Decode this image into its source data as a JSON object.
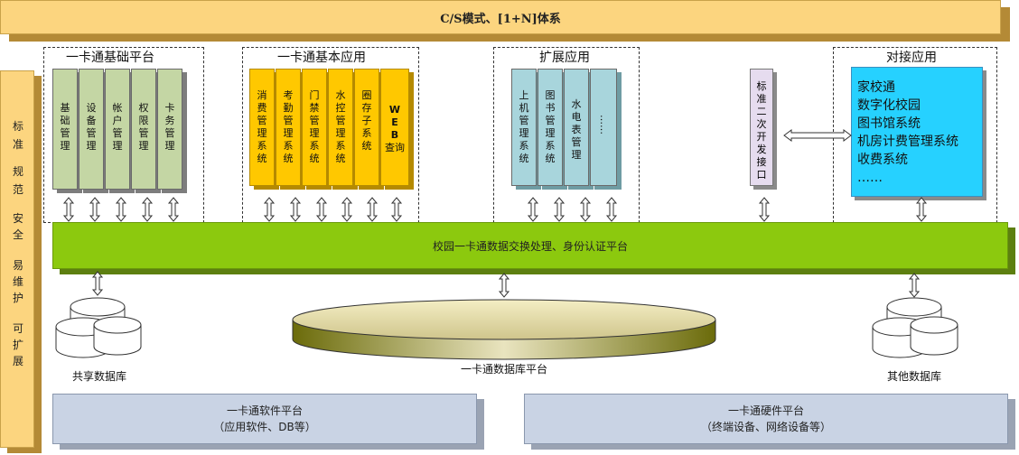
{
  "top_banner": "C/S模式、[1+N]体系",
  "left_bar": {
    "words": [
      "标",
      "准",
      "规",
      "范",
      "安",
      "全",
      "易",
      "维",
      "护",
      "可",
      "扩",
      "展"
    ]
  },
  "groups": {
    "basic_platform": {
      "title": "一卡通基础平台",
      "columns": [
        [
          "基",
          "础",
          "管",
          "理"
        ],
        [
          "设",
          "备",
          "管",
          "理"
        ],
        [
          "帐",
          "户",
          "管",
          "理"
        ],
        [
          "权",
          "限",
          "管",
          "理"
        ],
        [
          "卡",
          "务",
          "管",
          "理"
        ]
      ]
    },
    "basic_apps": {
      "title": "一卡通基本应用",
      "columns": [
        [
          "消",
          "费",
          "管",
          "理",
          "系",
          "统"
        ],
        [
          "考",
          "勤",
          "管",
          "理",
          "系",
          "统"
        ],
        [
          "门",
          "禁",
          "管",
          "理",
          "系",
          "统"
        ],
        [
          "水",
          "控",
          "管",
          "理",
          "系",
          "统"
        ],
        [
          "圈",
          "存",
          "子",
          "系",
          "统"
        ],
        [
          "W",
          "E",
          "B",
          "查询"
        ]
      ]
    },
    "extended_apps": {
      "title": "扩展应用",
      "columns": [
        [
          "上",
          "机",
          "管",
          "理",
          "系",
          "统"
        ],
        [
          "图",
          "书",
          "管",
          "理",
          "系",
          "统"
        ],
        [
          "水",
          "电",
          "表",
          "管",
          "理"
        ],
        [
          "……"
        ]
      ]
    },
    "docking_apps": {
      "title": "对接应用",
      "items": [
        "家校通",
        "数字化校园",
        "图书馆系统",
        "机房计费管理系统",
        "收费系统",
        "……"
      ]
    }
  },
  "standard_interface": [
    "标",
    "准",
    "二",
    "次",
    "开",
    "发",
    "接",
    "口"
  ],
  "green_platform": "校园一卡通数据交换处理、身份认证平台",
  "shared_db": "共享数据库",
  "db_platform": "一卡通数据库平台",
  "other_db": "其他数据库",
  "software_platform": {
    "title": "一卡通软件平台",
    "subtitle": "（应用软件、DB等）"
  },
  "hardware_platform": {
    "title": "一卡通硬件平台",
    "subtitle": "（终端设备、网络设备等）"
  }
}
